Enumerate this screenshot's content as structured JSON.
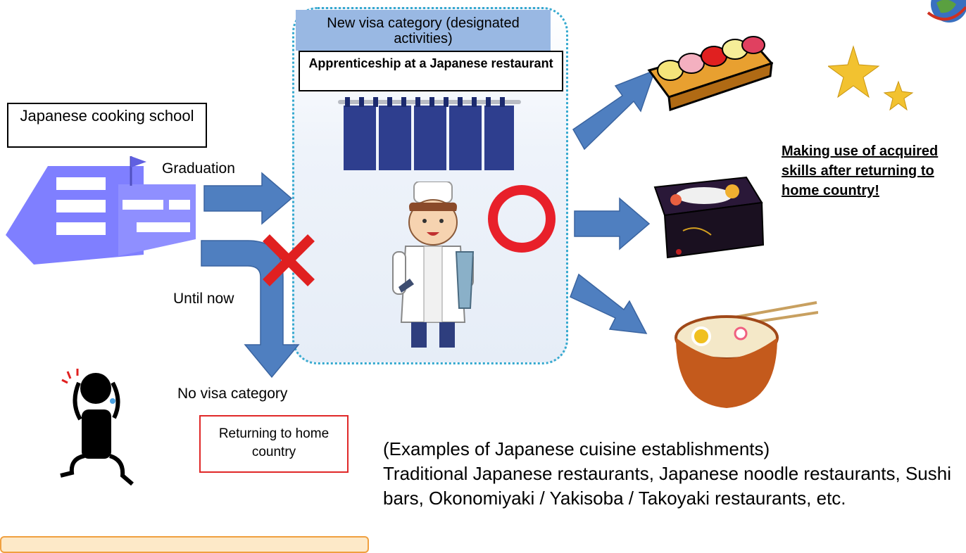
{
  "school": {
    "label": "Japanese cooking school"
  },
  "graduation_label": "Graduation",
  "until_now_label": "Until now",
  "no_visa_label": "No visa category",
  "returning_label": "Returning to home country",
  "visa": {
    "title": "New visa category (designated activities)",
    "apprenticeship": "Apprenticeship at a Japanese restaurant"
  },
  "skills_label": "Making use of acquired skills after returning to home country!",
  "examples": {
    "heading": "(Examples of Japanese cuisine establishments)",
    "body": "Traditional Japanese restaurants, Japanese noodle restaurants, Sushi bars, Okonomiyaki / Yakisoba / Takoyaki restaurants, etc."
  },
  "colors": {
    "arrow_blue": "#4f7fc0",
    "school_purple": "#7f7fff",
    "visa_header_blue": "#99b8e3",
    "panel_border": "#35a9cf",
    "cross_red": "#e02020",
    "circle_red": "#e8202a",
    "noren_navy": "#2e3e8e"
  },
  "icons": [
    "school-building-icon",
    "chef-icon",
    "noren-curtain-icon",
    "red-circle-icon",
    "red-cross-icon",
    "sushi-icon",
    "bento-box-icon",
    "noodle-bowl-icon",
    "star-icon",
    "globe-icon",
    "worried-person-icon"
  ]
}
